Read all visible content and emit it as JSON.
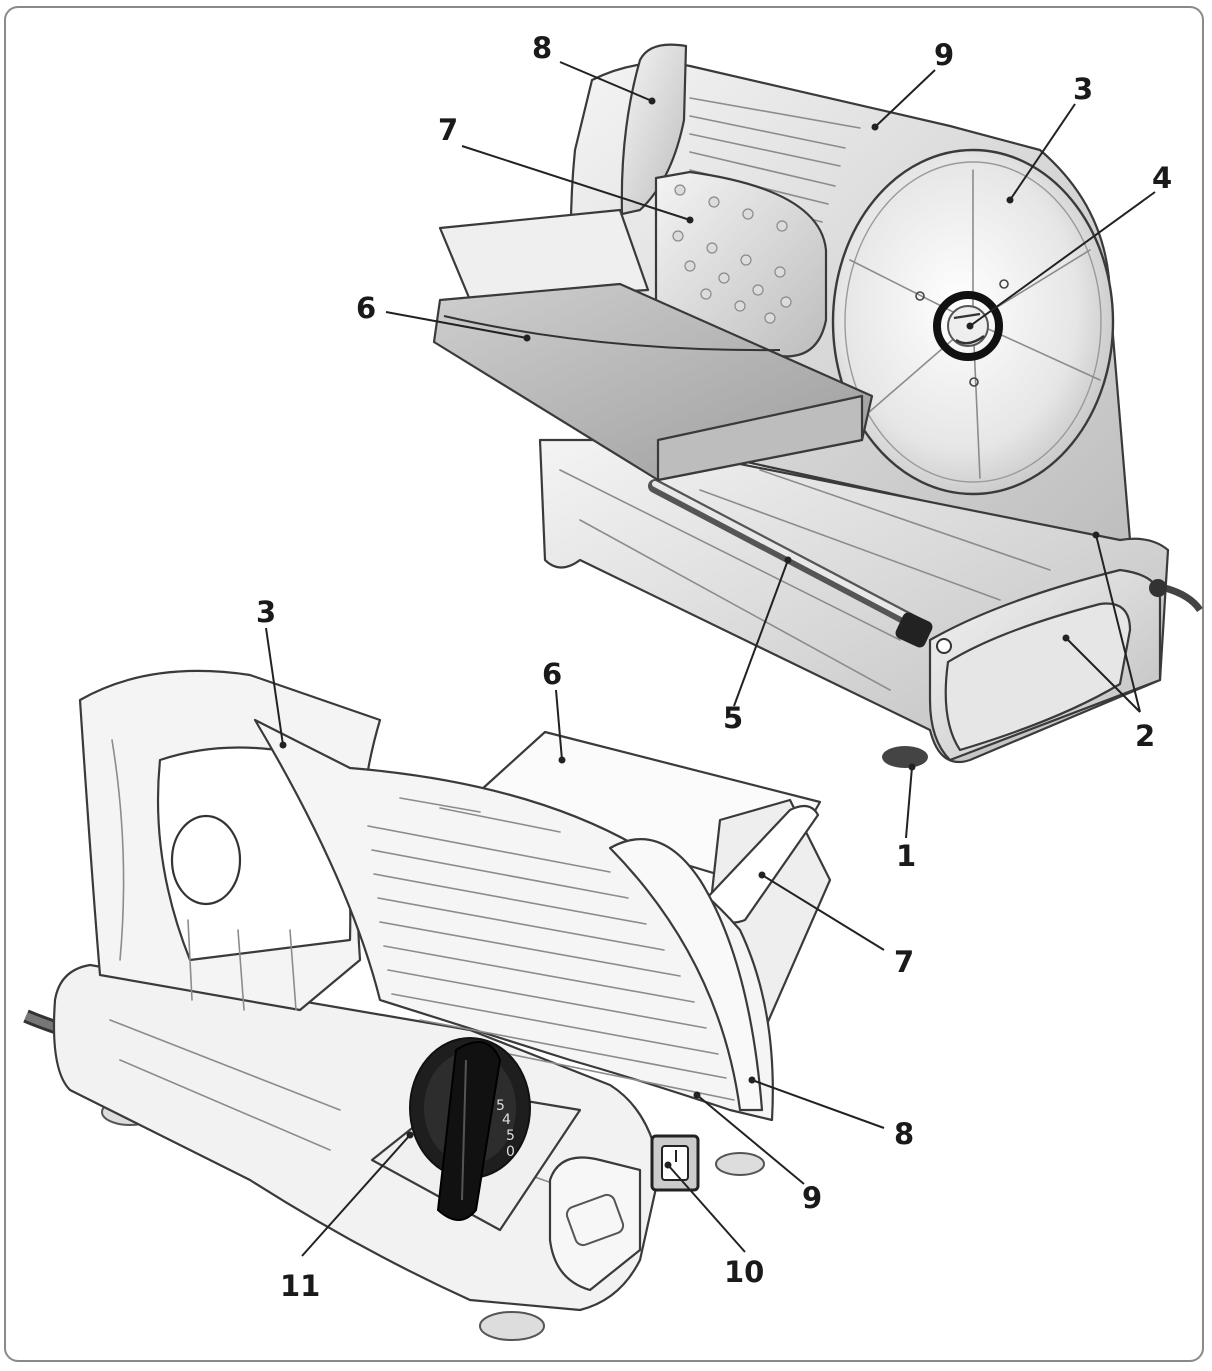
{
  "labels": {
    "top": [
      {
        "id": "top-8",
        "text": "8"
      },
      {
        "id": "top-9",
        "text": "9"
      },
      {
        "id": "top-3",
        "text": "3"
      },
      {
        "id": "top-4",
        "text": "4"
      },
      {
        "id": "top-7",
        "text": "7"
      },
      {
        "id": "top-6",
        "text": "6"
      },
      {
        "id": "top-5",
        "text": "5"
      },
      {
        "id": "top-2",
        "text": "2"
      },
      {
        "id": "top-1",
        "text": "1"
      }
    ],
    "bottom": [
      {
        "id": "bottom-3",
        "text": "3"
      },
      {
        "id": "bottom-6",
        "text": "6"
      },
      {
        "id": "bottom-7",
        "text": "7"
      },
      {
        "id": "bottom-8",
        "text": "8"
      },
      {
        "id": "bottom-9",
        "text": "9"
      },
      {
        "id": "bottom-10",
        "text": "10"
      },
      {
        "id": "bottom-11",
        "text": "11"
      }
    ]
  },
  "dial_markings": [
    "5",
    "4",
    "5",
    "0"
  ]
}
